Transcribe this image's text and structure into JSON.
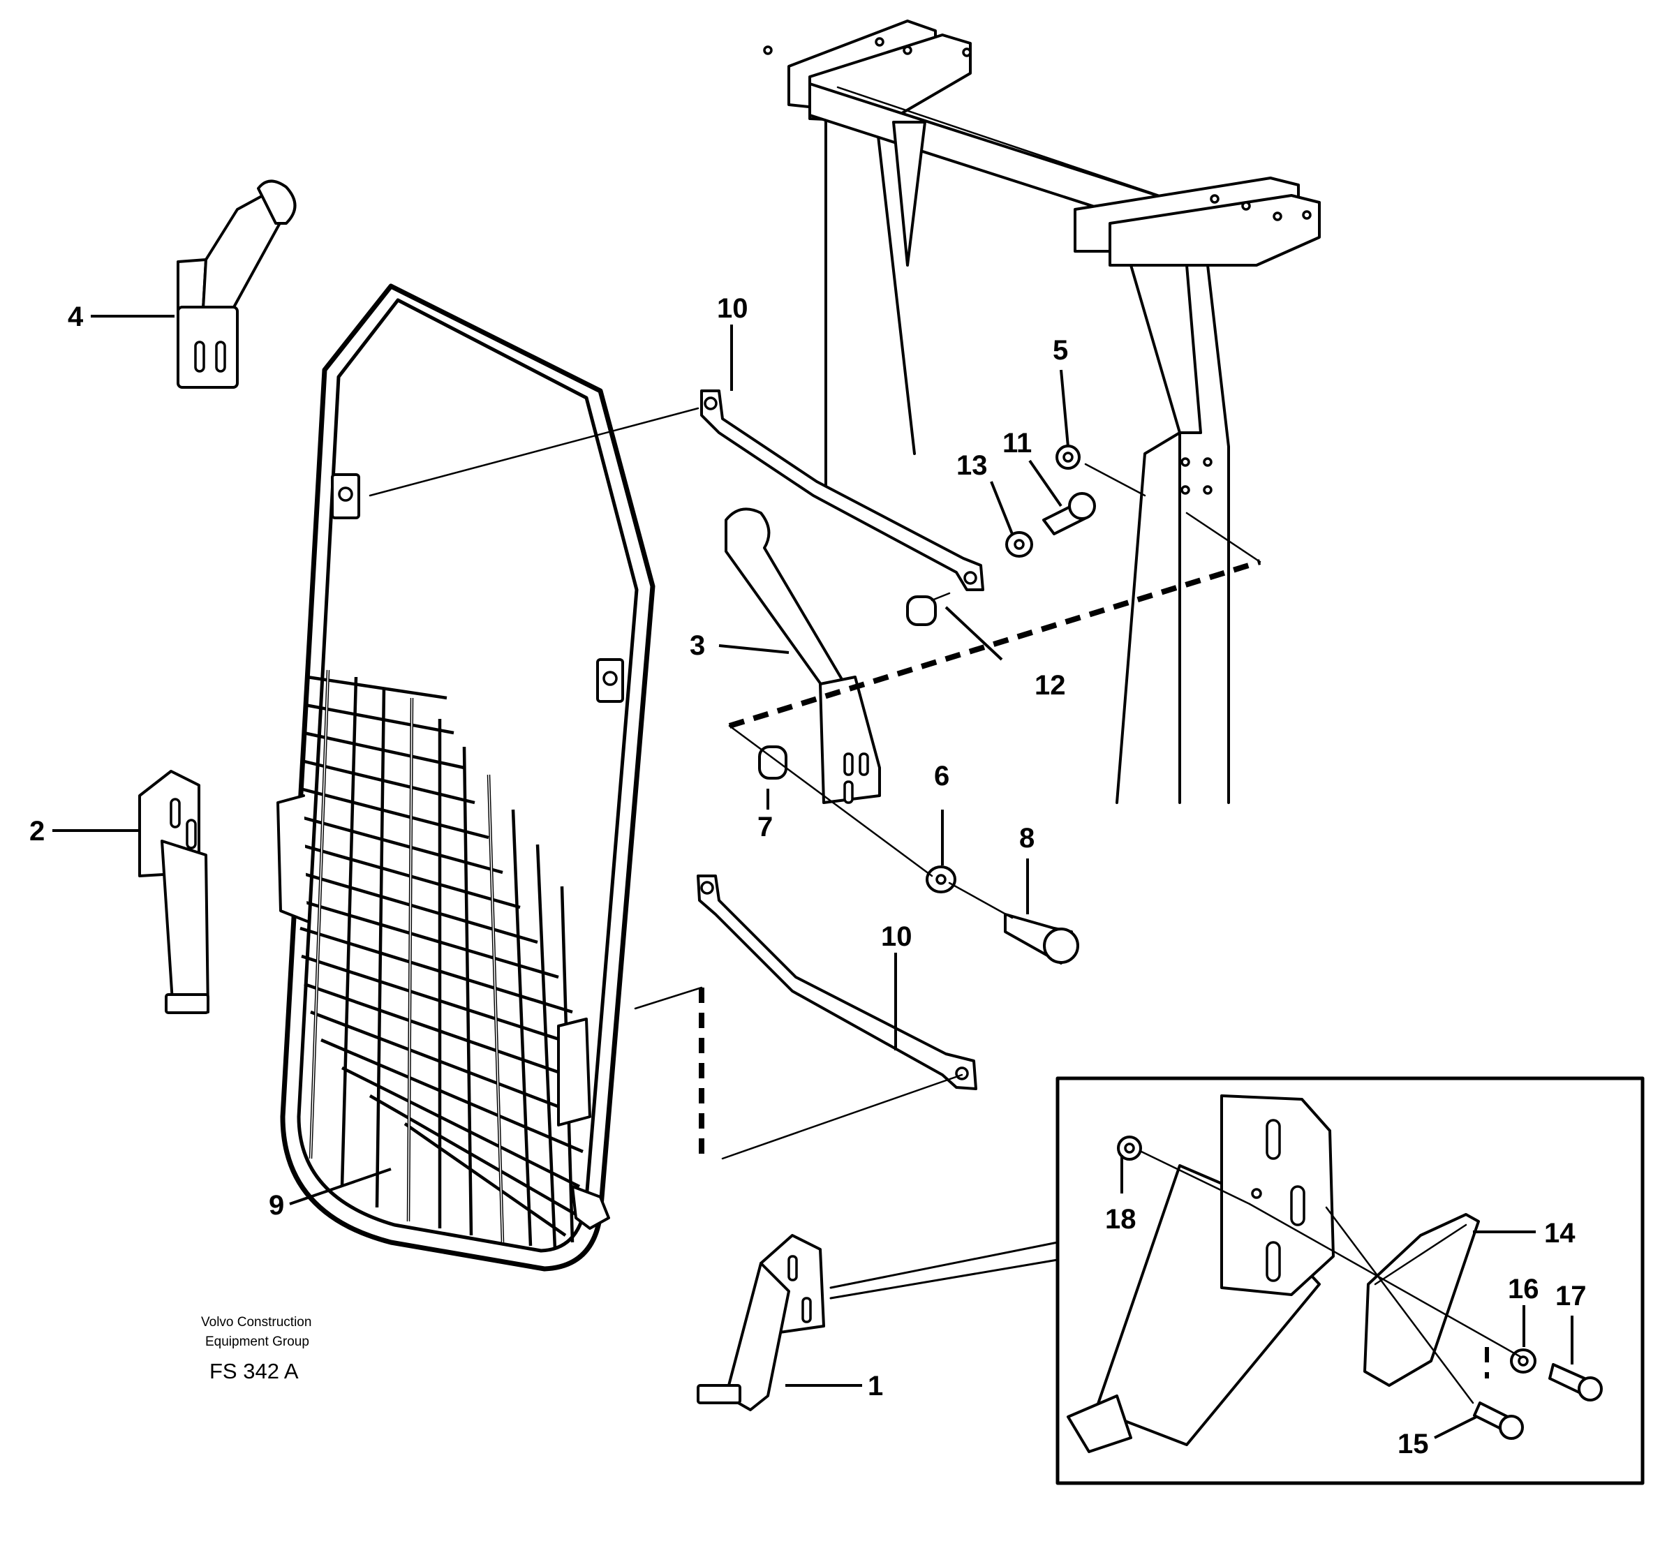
{
  "callouts": [
    "1",
    "2",
    "3",
    "4",
    "5",
    "6",
    "7",
    "8",
    "9",
    "10",
    "10",
    "11",
    "12",
    "13",
    "14",
    "15",
    "16",
    "17",
    "18"
  ],
  "credit": {
    "line1": "Volvo Construction",
    "line2": "Equipment Group",
    "figure_code": "FS 342 A"
  }
}
